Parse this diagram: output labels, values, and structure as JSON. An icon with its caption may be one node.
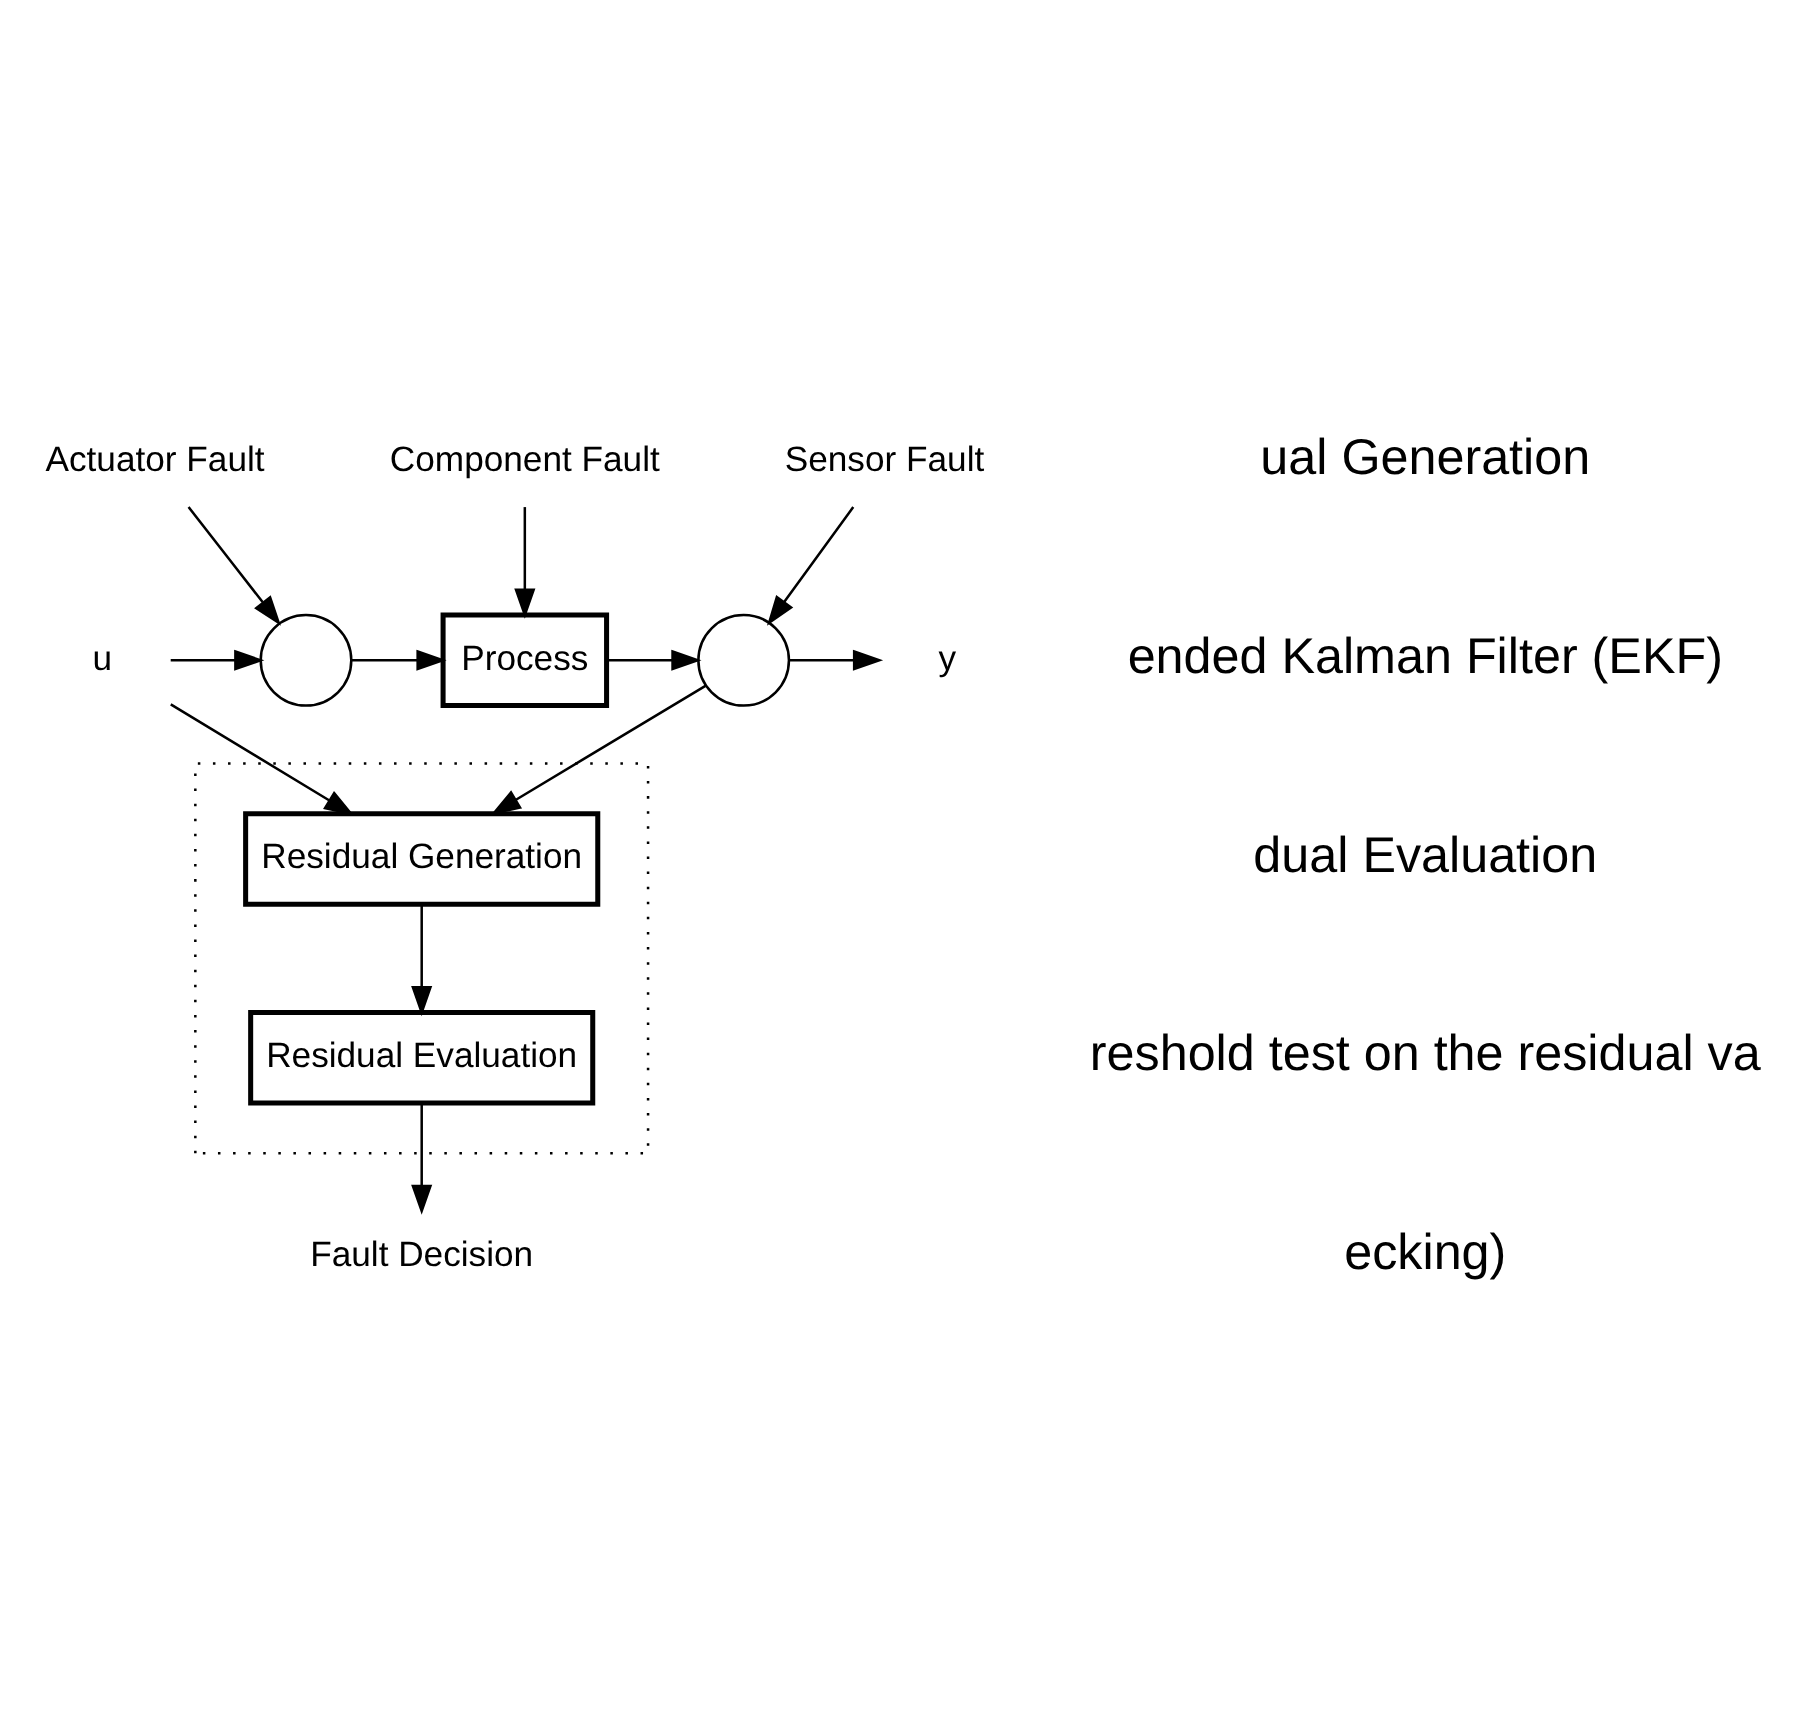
{
  "diagram": {
    "nodes": [
      {
        "text": [
          "Actuator Fault"
        ]
      },
      {
        "text": [
          "Component Fault"
        ]
      },
      {
        "text": [
          "Sensor Fault"
        ]
      },
      {
        "text": [
          "u"
        ]
      },
      {
        "text": [],
        "shape": "circle"
      },
      {
        "text": [
          "Process"
        ]
      },
      {
        "text": [],
        "shape": "circle"
      },
      {
        "text": [
          "y"
        ]
      },
      {
        "text": [],
        "shape": "box"
      },
      {
        "text": [
          "Residual Generation"
        ],
        "in": 8
      },
      {
        "text": [
          "Residual Evaluation"
        ],
        "in": 8
      },
      {
        "text": [
          "Fault Decision"
        ]
      }
    ],
    "edges": [
      {
        "from": 0,
        "to": 4,
        "arrow": "to"
      },
      {
        "from": 1,
        "to": 5,
        "arrow": "to"
      },
      {
        "from": 2,
        "to": 6,
        "arrow": "to"
      },
      {
        "from": 3,
        "to": 4,
        "arrow": "to"
      },
      {
        "from": 4,
        "to": 5,
        "arrow": "to"
      },
      {
        "from": 5,
        "to": 6,
        "arrow": "to"
      },
      {
        "from": 6,
        "to": 7,
        "arrow": "to"
      },
      {
        "from": 3,
        "to": 9,
        "arrow": "to"
      },
      {
        "from": 6,
        "to": 9,
        "arrow": "to"
      },
      {
        "from": 9,
        "to": 10,
        "arrow": "to"
      },
      {
        "from": 10,
        "to": 11,
        "arrow": "to"
      }
    ],
    "labels": [
      "ual Generation",
      "ended Kalman Filter (EKF)",
      "dual Evaluation",
      "reshold test on the residual va",
      "ecking)"
    ]
  }
}
